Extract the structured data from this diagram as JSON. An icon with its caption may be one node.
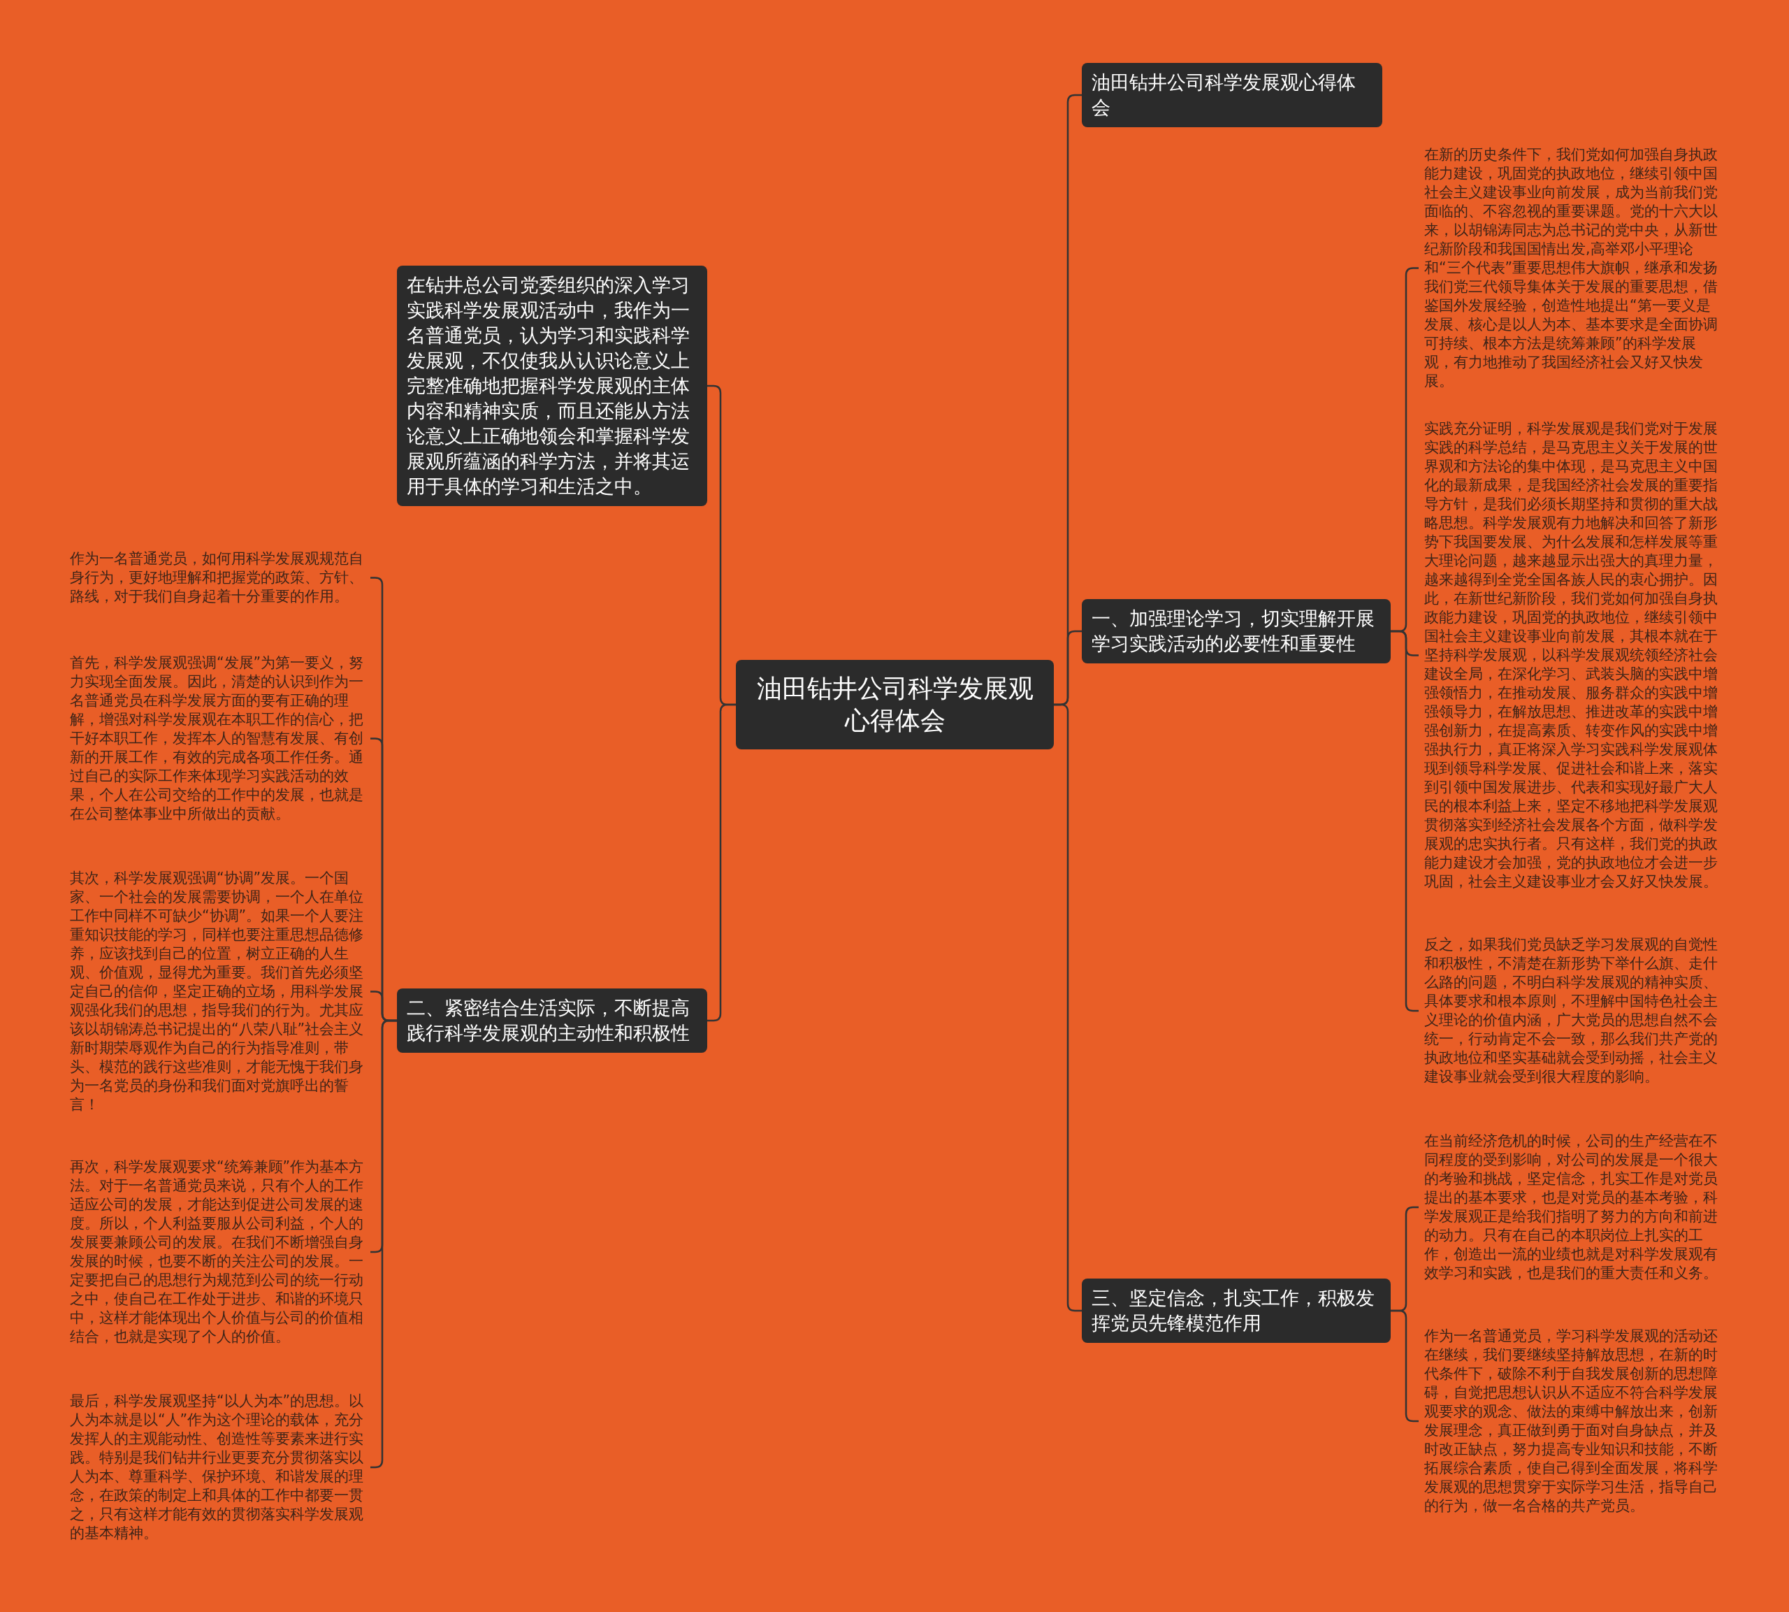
{
  "diagram": {
    "nodes": [
      {
        "text": [
          "油田钻井公司科学发展观心得体会"
        ]
      },
      {
        "text": [
          "油田钻井公司科学发展观心得体会"
        ]
      },
      {
        "text": [
          "一、加强理论学习，切实理解开展学习实践活动的必要性和重要性"
        ]
      },
      {
        "text": [
          "在新的历史条件下，我们党如何加强自身执政能力建设，巩固党的执政地位，继续引领中国社会主义建设事业向前发展，成为当前我们党面临的、不容忽视的重要课题。党的十六大以来，以胡锦涛同志为总书记的党中央，从新世纪新阶段和我国国情出发,高举邓小平理论和“三个代表”重要思想伟大旗帜，继承和发扬我们党三代领导集体关于发展的重要思想，借鉴国外发展经验，创造性地提出“第一要义是发展、核心是以人为本、基本要求是全面协调可持续、根本方法是统筹兼顾”的科学发展观，有力地推动了我国经济社会又好又快发展。"
        ]
      },
      {
        "text": [
          "实践充分证明，科学发展观是我们党对于发展实践的科学总结，是马克思主义关于发展的世界观和方法论的集中体现，是马克思主义中国化的最新成果，是我国经济社会发展的重要指导方针，是我们必须长期坚持和贯彻的重大战略思想。科学发展观有力地解决和回答了新形势下我国要发展、为什么发展和怎样发展等重大理论问题，越来越显示出强大的真理力量，越来越得到全党全国各族人民的衷心拥护。因此，在新世纪新阶段，我们党如何加强自身执政能力建设，巩固党的执政地位，继续引领中国社会主义建设事业向前发展，其根本就在于坚持科学发展观，以科学发展观统领经济社会建设全局，在深化学习、武装头脑的实践中增强领悟力，在推动发展、服务群众的实践中增强领导力，在解放思想、推进改革的实践中增强创新力，在提高素质、转变作风的实践中增强执行力，真正将深入学习实践科学发展观体现到领导科学发展、促进社会和谐上来，落实到引领中国发展进步、代表和实现好最广大人民的根本利益上来，坚定不移地把科学发展观贯彻落实到经济社会发展各个方面，做科学发展观的忠实执行者。只有这样，我们党的执政能力建设才会加强，党的执政地位才会进一步巩固，社会主义建设事业才会又好又快发展。"
        ]
      },
      {
        "text": [
          "反之，如果我们党员缺乏学习发展观的自觉性和积极性，不清楚在新形势下举什么旗、走什么路的问题，不明白科学发展观的精神实质、具体要求和根本原则，不理解中国特色社会主义理论的价值内涵，广大党员的思想自然不会统一，行动肯定不会一致，那么我们共产党的执政地位和坚实基础就会受到动摇，社会主义建设事业就会受到很大程度的影响。"
        ]
      },
      {
        "text": [
          "三、坚定信念，扎实工作，积极发挥党员先锋模范作用"
        ]
      },
      {
        "text": [
          "在当前经济危机的时候，公司的生产经营在不同程度的受到影响，对公司的发展是一个很大的考验和挑战，坚定信念，扎实工作是对党员提出的基本要求，也是对党员的基本考验，科学发展观正是给我们指明了努力的方向和前进的动力。只有在自己的本职岗位上扎实的工作，创造出一流的业绩也就是对科学发展观有效学习和实践，也是我们的重大责任和义务。"
        ]
      },
      {
        "text": [
          "作为一名普通党员，学习科学发展观的活动还在继续，我们要继续坚持解放思想，在新的时代条件下，破除不利于自我发展创新的思想障碍，自觉把思想认识从不适应不符合科学发展观要求的观念、做法的束缚中解放出来，创新发展理念，真正做到勇于面对自身缺点，并及时改正缺点，努力提高专业知识和技能，不断拓展综合素质，使自己得到全面发展，将科学发展观的思想贯穿于实际学习生活，指导自己的行为，做一名合格的共产党员。"
        ]
      },
      {
        "text": [
          "在钻井总公司党委组织的深入学习实践科学发展观活动中，我作为一名普通党员，认为学习和实践科学发展观，不仅使我从认识论意义上完整准确地把握科学发展观的主体内容和精神实质，而且还能从方法论意义上正确地领会和掌握科学发展观所蕴涵的科学方法，并将其运用于具体的学习和生活之中。"
        ]
      },
      {
        "text": [
          "二、紧密结合生活实际，不断提高践行科学发展观的主动性和积极性"
        ]
      },
      {
        "text": [
          "作为一名普通党员，如何用科学发展观规范自身行为，更好地理解和把握党的政策、方针、路线，对于我们自身起着十分重要的作用。"
        ]
      },
      {
        "text": [
          "首先，科学发展观强调“发展”为第一要义，努力实现全面发展。因此，清楚的认识到作为一名普通党员在科学发展方面的要有正确的理解，增强对科学发展观在本职工作的信心，把干好本职工作，发挥本人的智慧有发展、有创新的开展工作，有效的完成各项工作任务。通过自己的实际工作来体现学习实践活动的效果，个人在公司交给的工作中的发展，也就是在公司整体事业中所做出的贡献。"
        ]
      },
      {
        "text": [
          "其次，科学发展观强调“协调”发展。一个国家、一个社会的发展需要协调，一个人在单位工作中同样不可缺少“协调”。如果一个人要注重知识技能的学习，同样也要注重思想品德修养，应该找到自己的位置，树立正确的人生观、价值观，显得尤为重要。我们首先必须坚定自己的信仰，坚定正确的立场，用科学发展观强化我们的思想，指导我们的行为。尤其应该以胡锦涛总书记提出的“八荣八耻”社会主义新时期荣辱观作为自己的行为指导准则，带头、模范的践行这些准则，才能无愧于我们身为一名党员的身份和我们面对党旗呼出的誓言！"
        ]
      },
      {
        "text": [
          "再次，科学发展观要求“统筹兼顾”作为基本方法。对于一名普通党员来说，只有个人的工作适应公司的发展，才能达到促进公司发展的速度。所以，个人利益要服从公司利益，个人的发展要兼顾公司的发展。在我们不断增强自身发展的时候，也要不断的关注公司的发展。一定要把自己的思想行为规范到公司的统一行动之中，使自己在工作处于进步、和谐的环境只中，这样才能体现出个人价值与公司的价值相结合，也就是实现了个人的价值。"
        ]
      },
      {
        "text": [
          "最后，科学发展观坚持“以人为本”的思想。以人为本就是以“人”作为这个理论的载体，充分发挥人的主观能动性、创造性等要素来进行实践。特别是我们钻井行业更要充分贯彻落实以人为本、尊重科学、保护环境、和谐发展的理念，在政策的制定上和具体的工作中都要一贯之，只有这样才能有效的贯彻落实科学发展观的基本精神。"
        ]
      }
    ],
    "edges": [
      {
        "from": 0,
        "to": 1,
        "arrow": "none"
      },
      {
        "from": 0,
        "to": 2,
        "arrow": "none"
      },
      {
        "from": 2,
        "to": 3,
        "arrow": "none"
      },
      {
        "from": 2,
        "to": 4,
        "arrow": "none"
      },
      {
        "from": 2,
        "to": 5,
        "arrow": "none"
      },
      {
        "from": 0,
        "to": 6,
        "arrow": "none"
      },
      {
        "from": 6,
        "to": 7,
        "arrow": "none"
      },
      {
        "from": 6,
        "to": 8,
        "arrow": "none"
      },
      {
        "from": 0,
        "to": 9,
        "arrow": "none"
      },
      {
        "from": 0,
        "to": 10,
        "arrow": "none"
      },
      {
        "from": 10,
        "to": 11,
        "arrow": "none"
      },
      {
        "from": 10,
        "to": 12,
        "arrow": "none"
      },
      {
        "from": 10,
        "to": 13,
        "arrow": "none"
      },
      {
        "from": 10,
        "to": 14,
        "arrow": "none"
      },
      {
        "from": 10,
        "to": 15,
        "arrow": "none"
      }
    ]
  }
}
